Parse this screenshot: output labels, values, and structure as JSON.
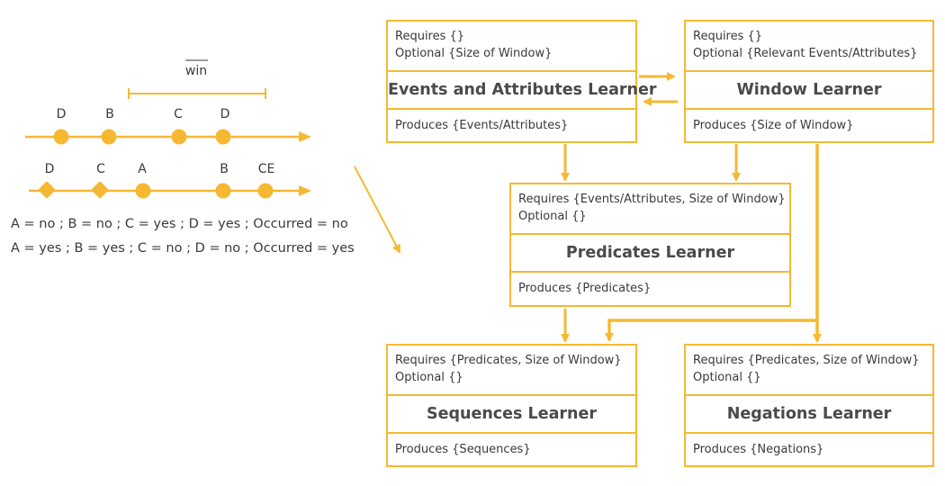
{
  "timeline": {
    "window_label": "win",
    "row1": {
      "labels": [
        "D",
        "B",
        "C",
        "D"
      ]
    },
    "row2": {
      "labels": [
        "D",
        "C",
        "A",
        "B",
        "CE"
      ]
    },
    "conditions": [
      "A = no ; B = no ; C = yes ; D = yes ; Occurred = no",
      "A = yes ; B = yes ; C = no ; D = no ; Occurred = yes"
    ]
  },
  "learners": {
    "events": {
      "requires": "Requires {}",
      "optional": "Optional {Size of Window}",
      "title": "Events and Attributes Learner",
      "produces": "Produces {Events/Attributes}"
    },
    "window": {
      "requires": "Requires {}",
      "optional": "Optional {Relevant Events/Attributes}",
      "title": "Window Learner",
      "produces": "Produces {Size of Window}"
    },
    "predicates": {
      "requires": "Requires {Events/Attributes, Size of Window}",
      "optional": "Optional {}",
      "title": "Predicates Learner",
      "produces": "Produces {Predicates}"
    },
    "sequences": {
      "requires": "Requires {Predicates, Size of Window}",
      "optional": "Optional {}",
      "title": "Sequences Learner",
      "produces": "Produces {Sequences}"
    },
    "negations": {
      "requires": "Requires {Predicates, Size of Window}",
      "optional": "Optional {}",
      "title": "Negations Learner",
      "produces": "Produces {Negations}"
    }
  },
  "colors": {
    "accent": "#f6b833",
    "text": "#3a3a3a"
  }
}
